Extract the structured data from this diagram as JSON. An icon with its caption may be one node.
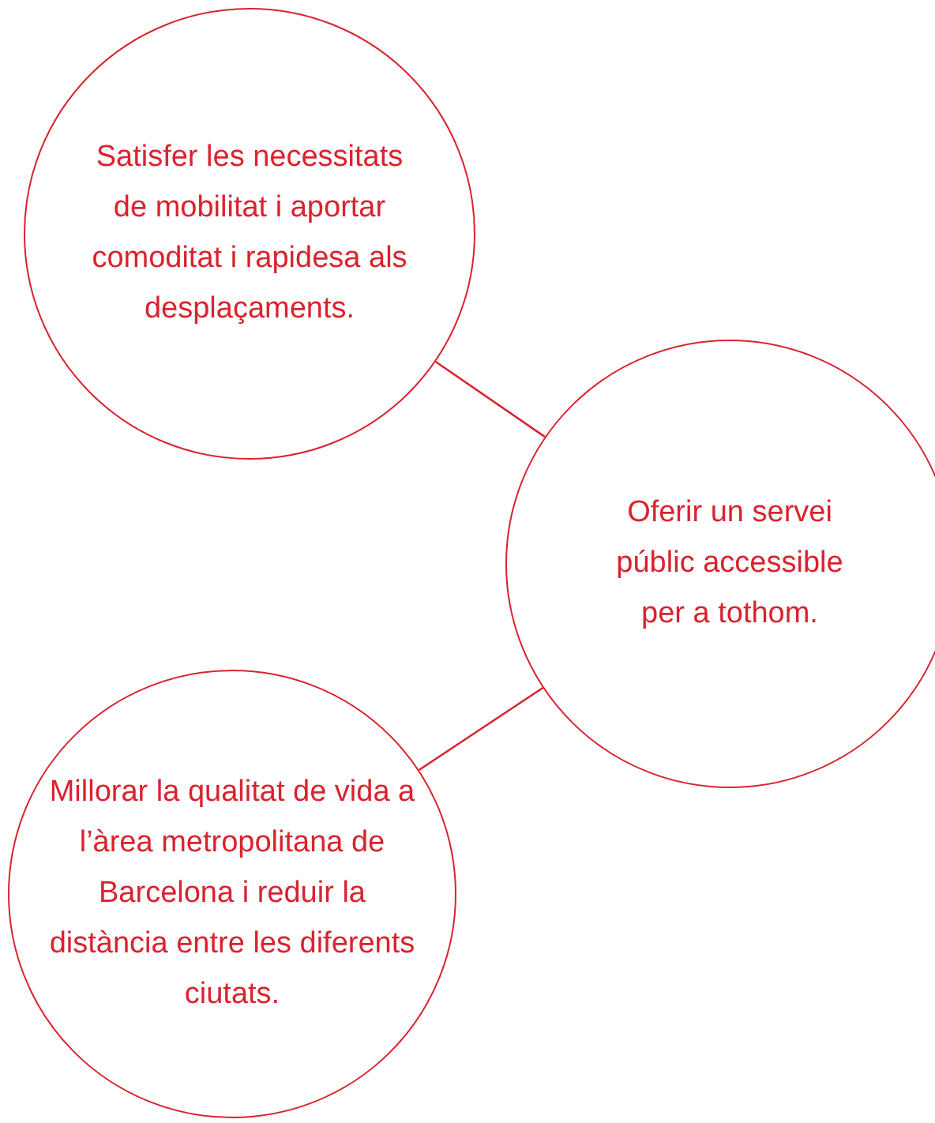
{
  "diagram": {
    "nodes": [
      {
        "text": [
          "Satisfer les necessitats de mobilitat i aportar comoditat i rapidesa als desplaçaments."
        ]
      },
      {
        "text": [
          "Oferir un servei públic accessible per a tothom."
        ]
      },
      {
        "text": [
          "Millorar la qualitat de vida a l’àrea metropolitana de Barcelona i reduir la distància entre les diferents ciutats."
        ]
      }
    ],
    "edges": [
      {
        "from": 0,
        "to": 1,
        "arrow": "none"
      },
      {
        "from": 2,
        "to": 1,
        "arrow": "none"
      }
    ]
  }
}
